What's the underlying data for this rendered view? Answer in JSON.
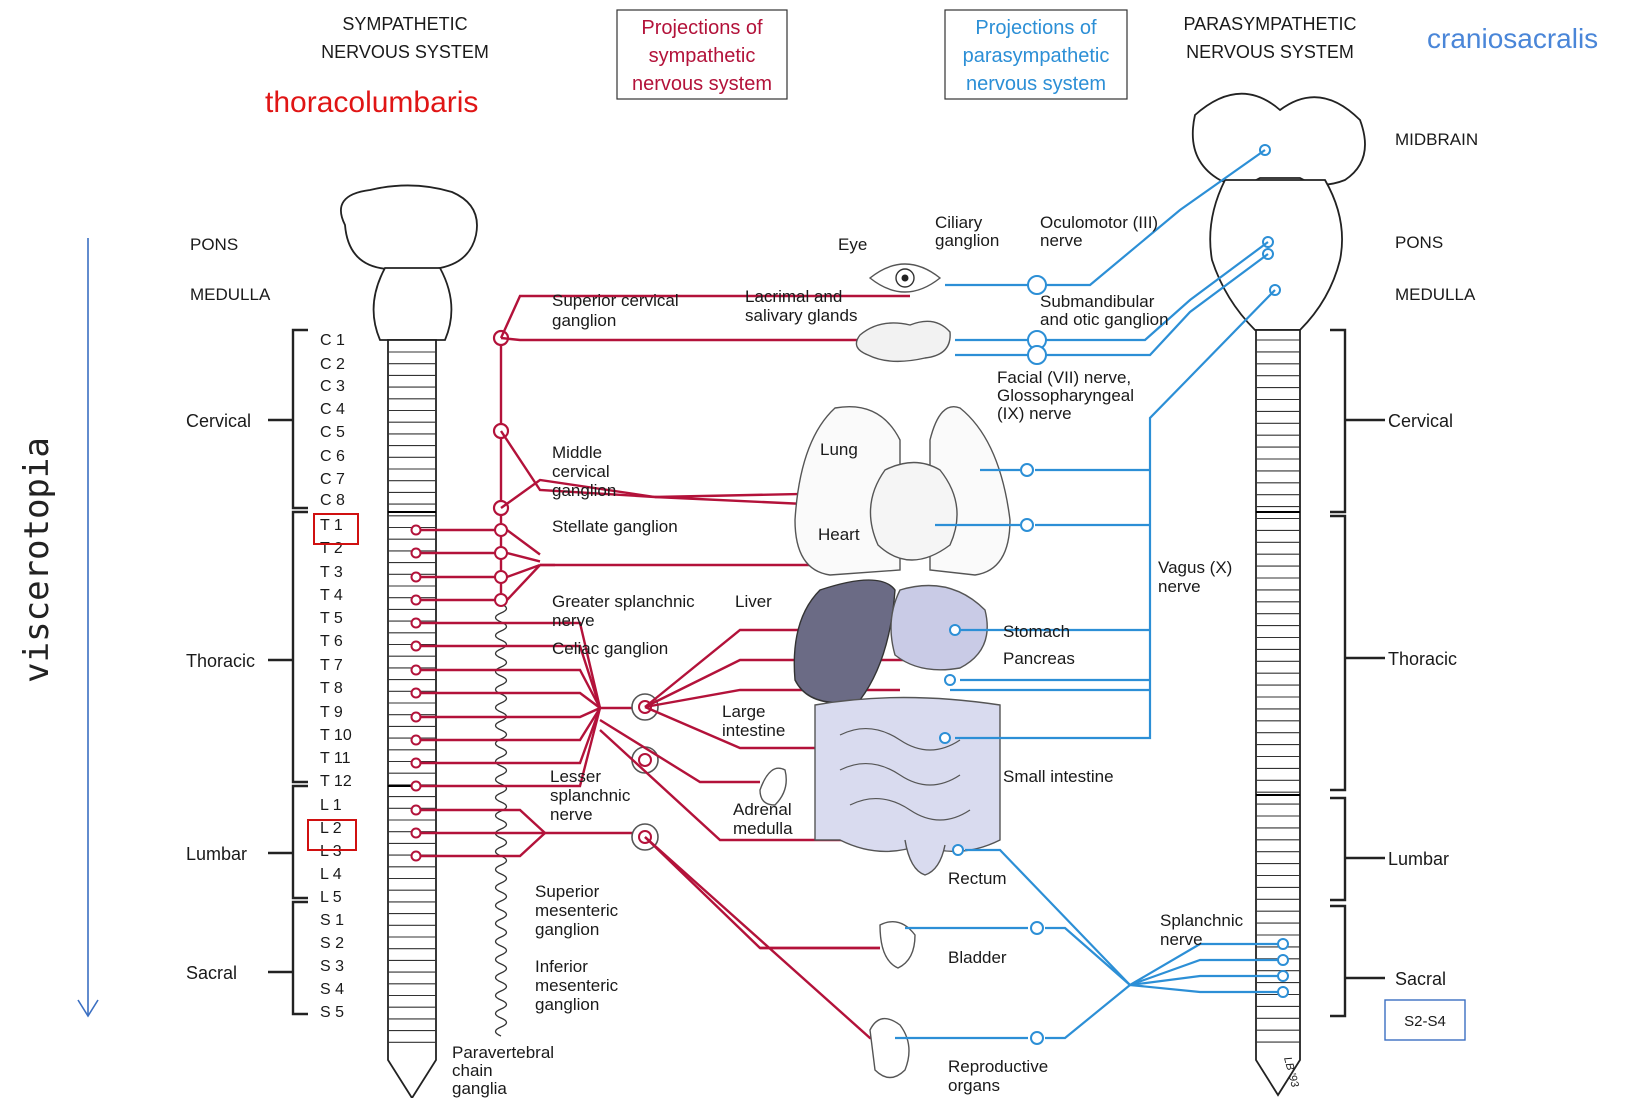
{
  "left_header": {
    "line1": "SYMPATHETIC",
    "line2": "NERVOUS SYSTEM"
  },
  "right_header": {
    "line1": "PARASYMPATHETIC",
    "line2": "NERVOUS SYSTEM"
  },
  "symp_box": {
    "line1": "Projections of",
    "line2": "sympathetic",
    "line3": "nervous system",
    "color": "#b3123a"
  },
  "para_box": {
    "line1": "Projections of",
    "line2": "parasympathetic",
    "line3": "nervous system",
    "color": "#2c8fd6"
  },
  "symp_annotation": "thoracolumbaris",
  "para_annotation": "craniosacralis",
  "side_label": "viscerotopia",
  "s2s4_label": "S2-S4",
  "left_brain": {
    "pons": "PONS",
    "medulla": "MEDULLA"
  },
  "right_brain": {
    "midbrain": "MIDBRAIN",
    "pons": "PONS",
    "medulla": "MEDULLA"
  },
  "regions": {
    "cervical": "Cervical",
    "thoracic": "Thoracic",
    "lumbar": "Lumbar",
    "sacral": "Sacral"
  },
  "segments": {
    "cervical": [
      "C 1",
      "C 2",
      "C 3",
      "C 4",
      "C 5",
      "C 6",
      "C 7",
      "C 8"
    ],
    "thoracic": [
      "T 1",
      "T 2",
      "T 3",
      "T 4",
      "T 5",
      "T 6",
      "T 7",
      "T 8",
      "T 9",
      "T 10",
      "T 11",
      "T 12"
    ],
    "lumbar": [
      "L 1",
      "L 2",
      "L 3",
      "L 4",
      "L 5"
    ],
    "sacral": [
      "S 1",
      "S 2",
      "S 3",
      "S 4",
      "S 5"
    ]
  },
  "labels": {
    "superior_cervical": [
      "Superior cervical",
      "ganglion"
    ],
    "middle_cervical": [
      "Middle",
      "cervical",
      "ganglion"
    ],
    "stellate": "Stellate ganglion",
    "greater_splanchnic": [
      "Greater splanchnic",
      "nerve"
    ],
    "celiac": "Celiac ganglion",
    "lesser_splanchnic": [
      "Lesser",
      "splanchnic",
      "nerve"
    ],
    "superior_mesenteric": [
      "Superior",
      "mesenteric",
      "ganglion"
    ],
    "inferior_mesenteric": [
      "Inferior",
      "mesenteric",
      "ganglion"
    ],
    "paravertebral": [
      "Paravertebral",
      "chain",
      "ganglia"
    ],
    "eye": "Eye",
    "ciliary": [
      "Ciliary",
      "ganglion"
    ],
    "oculomotor": [
      "Oculomotor (III)",
      "nerve"
    ],
    "lacrimal": [
      "Lacrimal and",
      "salivary glands"
    ],
    "submandibular": [
      "Submandibular",
      "and otic ganglion"
    ],
    "facial": [
      "Facial (VII) nerve,",
      "Glossopharyngeal",
      "(IX) nerve"
    ],
    "lung": "Lung",
    "heart": "Heart",
    "liver": "Liver",
    "stomach": "Stomach",
    "pancreas": "Pancreas",
    "large_intestine": [
      "Large",
      "intestine"
    ],
    "small_intestine": "Small intestine",
    "adrenal": [
      "Adrenal",
      "medulla"
    ],
    "rectum": "Rectum",
    "bladder": "Bladder",
    "reproductive": [
      "Reproductive",
      "organs"
    ],
    "vagus": [
      "Vagus (X)",
      "nerve"
    ],
    "splanchnic": [
      "Splanchnic",
      "nerve"
    ],
    "signature": "LB '93"
  }
}
